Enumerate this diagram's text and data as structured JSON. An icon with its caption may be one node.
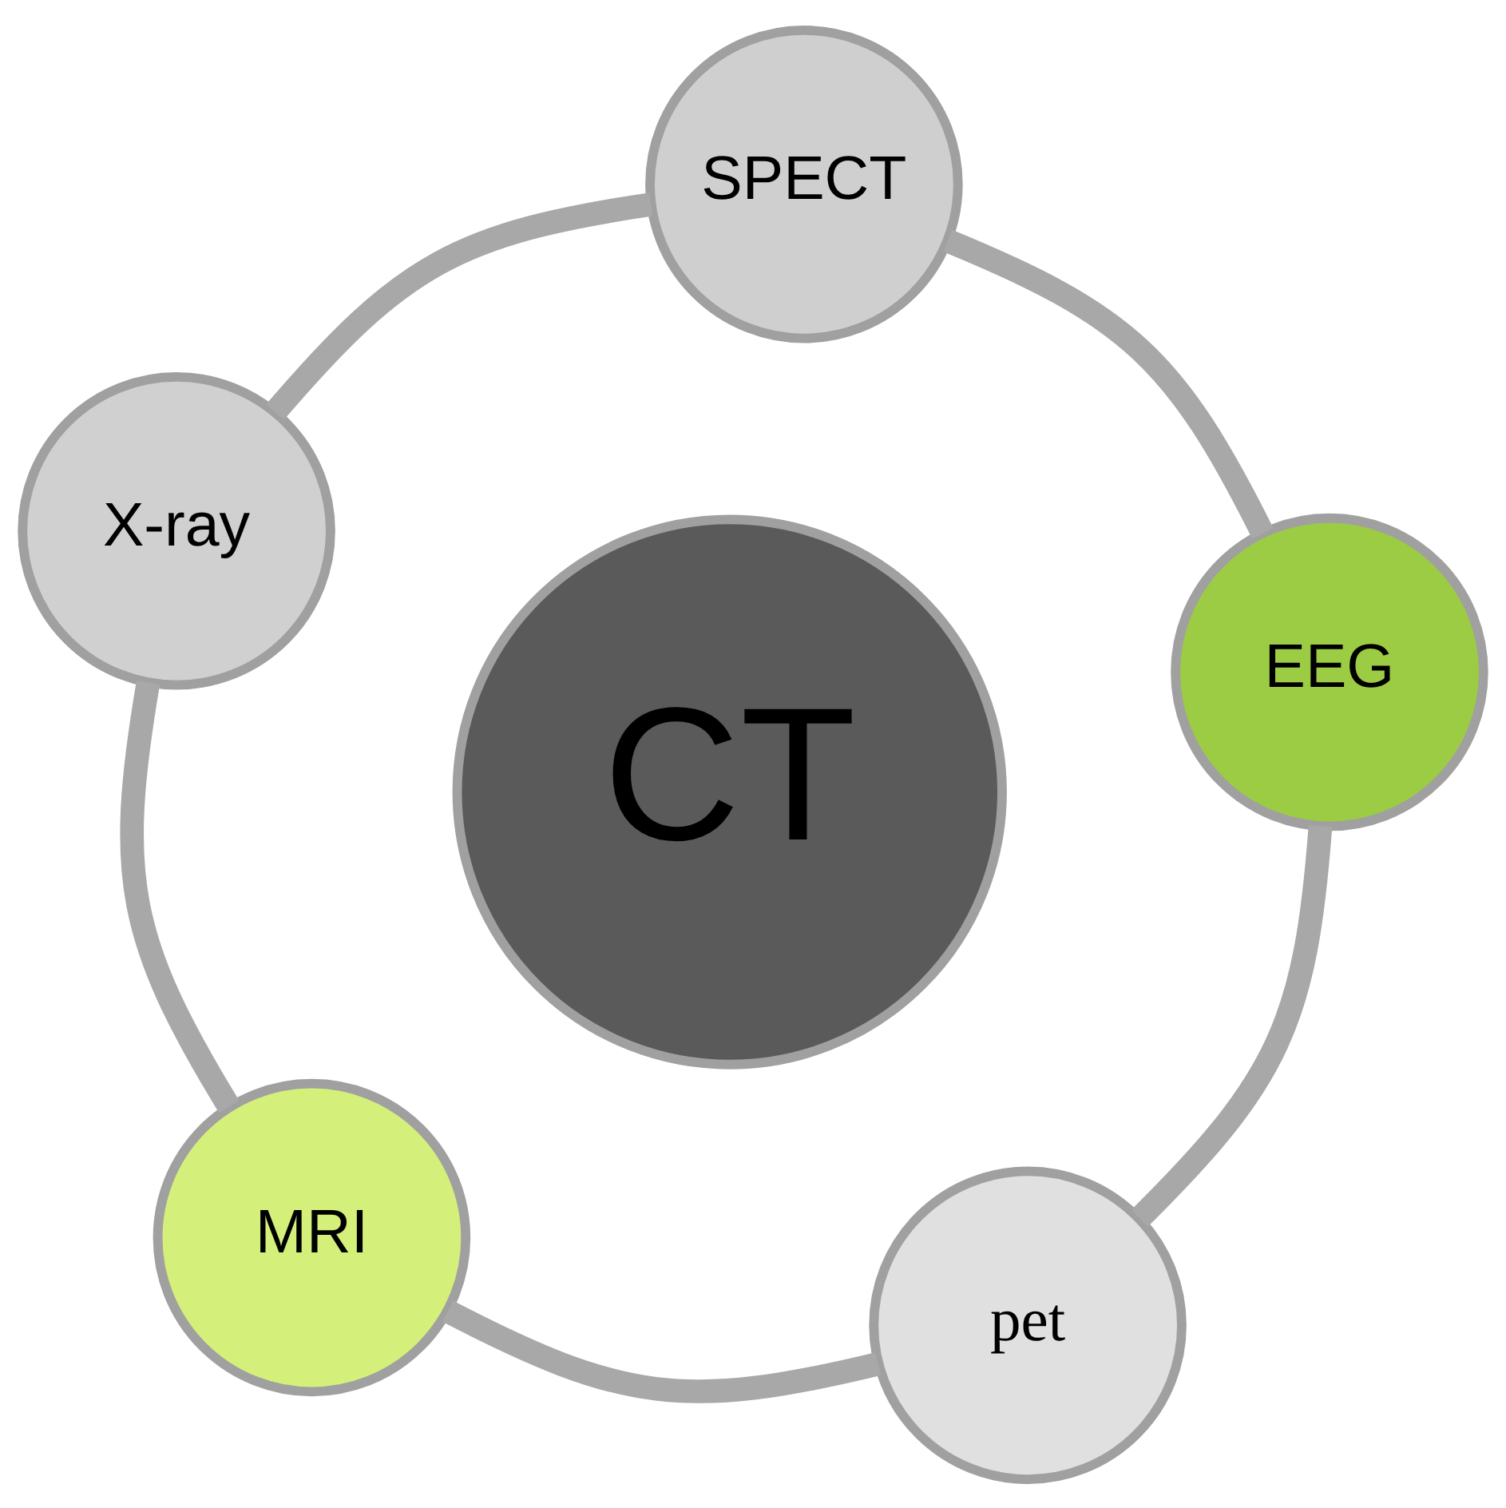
{
  "diagram": {
    "nodes": [
      {
        "text": [
          "MRI"
        ]
      },
      {
        "text": [
          "pet"
        ]
      },
      {
        "text": [
          "CT"
        ]
      },
      {
        "text": [
          "X-ray"
        ]
      },
      {
        "text": [
          "EEG"
        ]
      },
      {
        "text": [
          "SPECT"
        ]
      }
    ],
    "edges": [
      {
        "from": 0,
        "to": 3,
        "arrow": "none"
      },
      {
        "from": 3,
        "to": 5,
        "arrow": "none"
      },
      {
        "from": 5,
        "to": 4,
        "arrow": "none"
      },
      {
        "from": 4,
        "to": 1,
        "arrow": "none"
      },
      {
        "from": 1,
        "to": 0,
        "arrow": "none"
      }
    ]
  }
}
